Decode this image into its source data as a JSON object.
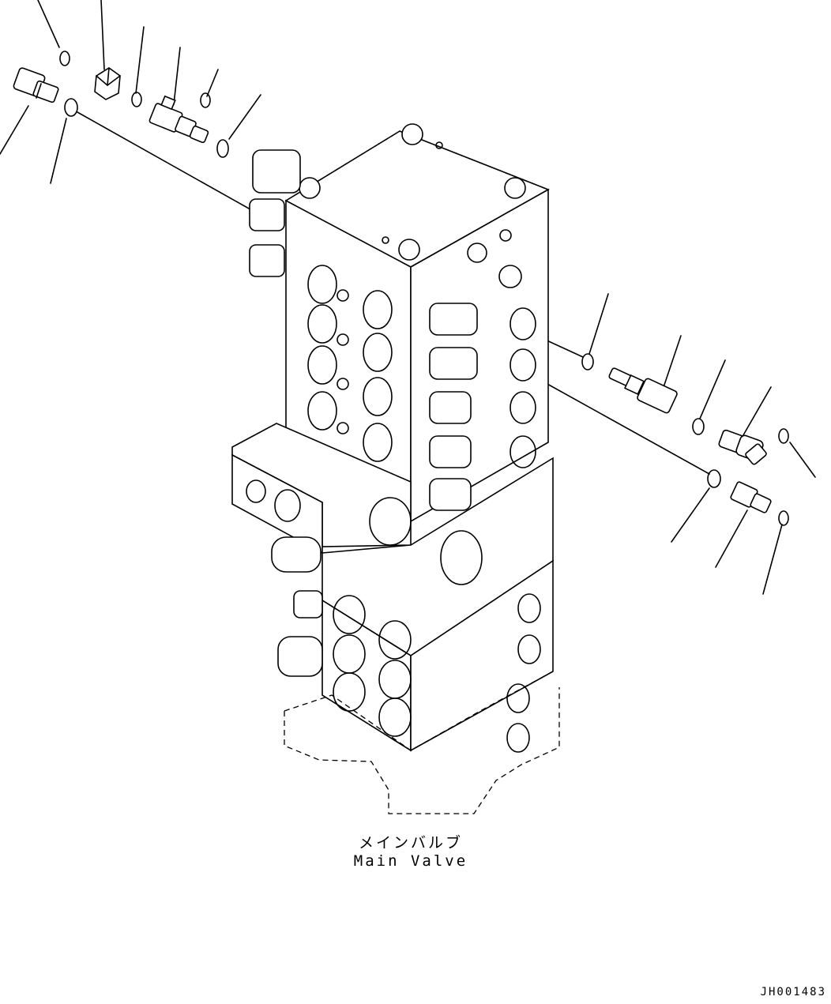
{
  "caption": {
    "japanese": "メインバルブ",
    "english": "Main Valve"
  },
  "drawing_code": "JH001483",
  "colors": {
    "line": "#000000",
    "background": "#ffffff"
  }
}
